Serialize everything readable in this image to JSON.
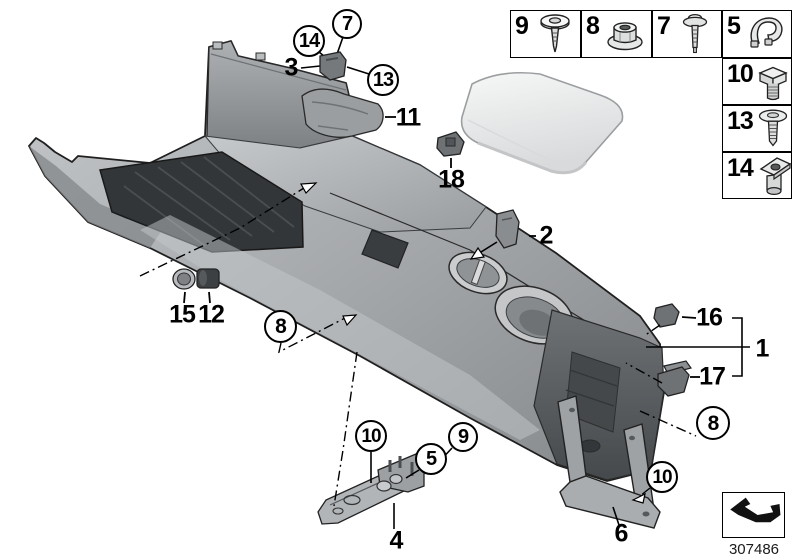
{
  "legend": {
    "items": [
      {
        "label": "9",
        "icon": "screw-with-washer"
      },
      {
        "label": "8",
        "icon": "flange-nut"
      },
      {
        "label": "7",
        "icon": "long-screw"
      },
      {
        "label": "5",
        "icon": "spring-clip"
      },
      {
        "label": "10",
        "icon": "hex-bolt"
      },
      {
        "label": "13",
        "icon": "flat-head-screw"
      },
      {
        "label": "14",
        "icon": "sleeve-nut"
      }
    ]
  },
  "callouts": {
    "circled": [
      {
        "label": "7"
      },
      {
        "label": "14"
      },
      {
        "label": "13"
      },
      {
        "label": "8"
      },
      {
        "label": "10"
      },
      {
        "label": "5"
      },
      {
        "label": "9"
      },
      {
        "label": "8"
      },
      {
        "label": "10"
      }
    ],
    "plain": [
      {
        "label": "3"
      },
      {
        "label": "11"
      },
      {
        "label": "18"
      },
      {
        "label": "2"
      },
      {
        "label": "15"
      },
      {
        "label": "12"
      },
      {
        "label": "16"
      },
      {
        "label": "1"
      },
      {
        "label": "17"
      },
      {
        "label": "4"
      },
      {
        "label": "6"
      }
    ]
  },
  "footer": {
    "part_number": "307486"
  },
  "colors": {
    "background": "#ffffff",
    "line": "#000000",
    "body_light": "#c9ccce",
    "body_mid": "#9a9da0",
    "body_dark": "#55595c",
    "mat": "#333639",
    "lid": "#f2f3f3"
  }
}
